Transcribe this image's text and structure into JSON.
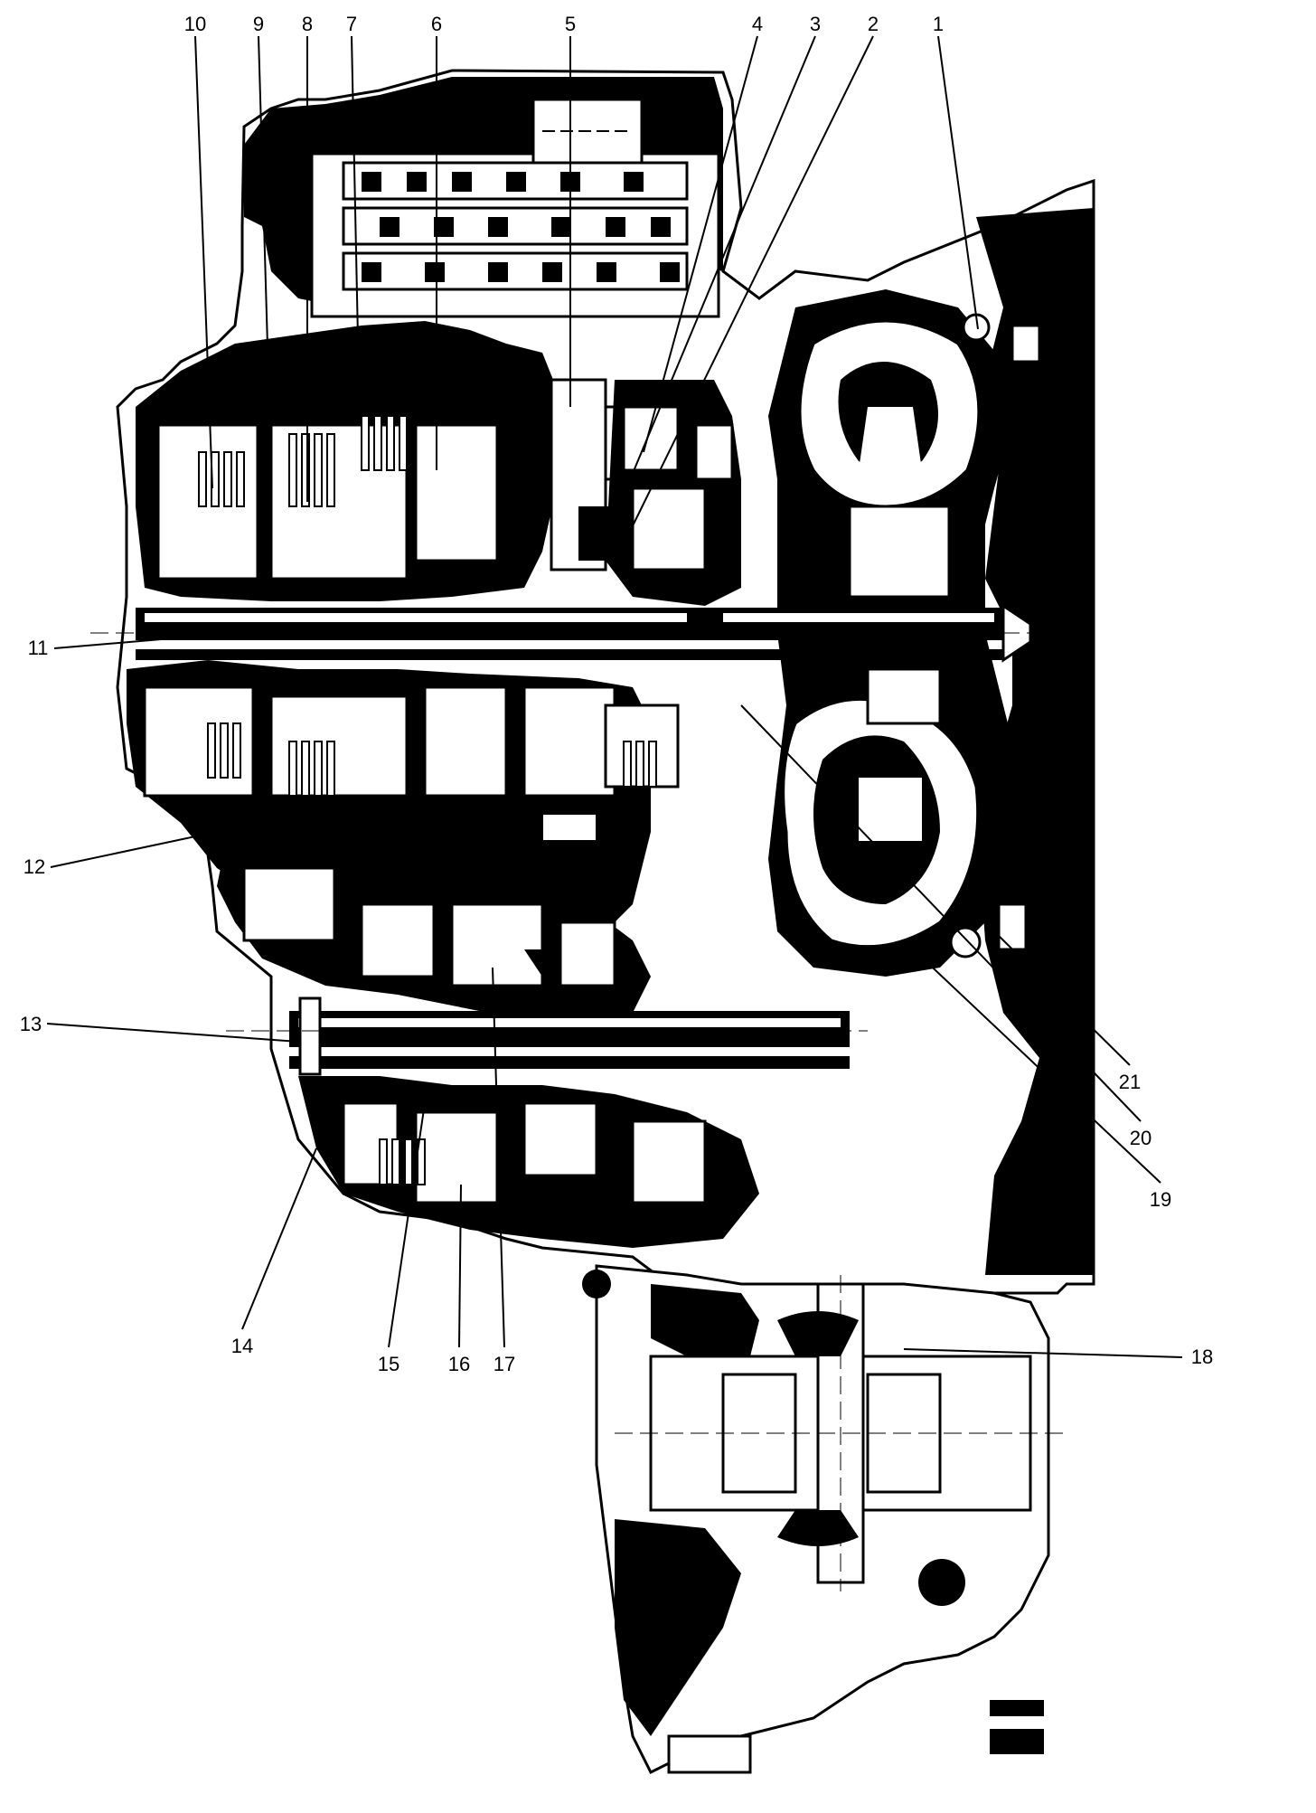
{
  "diagram": {
    "callouts": [
      {
        "id": "1",
        "label": "1"
      },
      {
        "id": "2",
        "label": "2"
      },
      {
        "id": "3",
        "label": "3"
      },
      {
        "id": "4",
        "label": "4"
      },
      {
        "id": "5",
        "label": "5"
      },
      {
        "id": "6",
        "label": "6"
      },
      {
        "id": "7",
        "label": "7"
      },
      {
        "id": "8",
        "label": "8"
      },
      {
        "id": "9",
        "label": "9"
      },
      {
        "id": "10",
        "label": "10"
      },
      {
        "id": "11",
        "label": "11"
      },
      {
        "id": "12",
        "label": "12"
      },
      {
        "id": "13",
        "label": "13"
      },
      {
        "id": "14",
        "label": "14"
      },
      {
        "id": "15",
        "label": "15"
      },
      {
        "id": "16",
        "label": "16"
      },
      {
        "id": "17",
        "label": "17"
      },
      {
        "id": "18",
        "label": "18"
      },
      {
        "id": "19",
        "label": "19"
      },
      {
        "id": "20",
        "label": "20"
      },
      {
        "id": "21",
        "label": "21"
      }
    ],
    "colors": {
      "ink": "#000000",
      "paper": "#ffffff"
    }
  }
}
